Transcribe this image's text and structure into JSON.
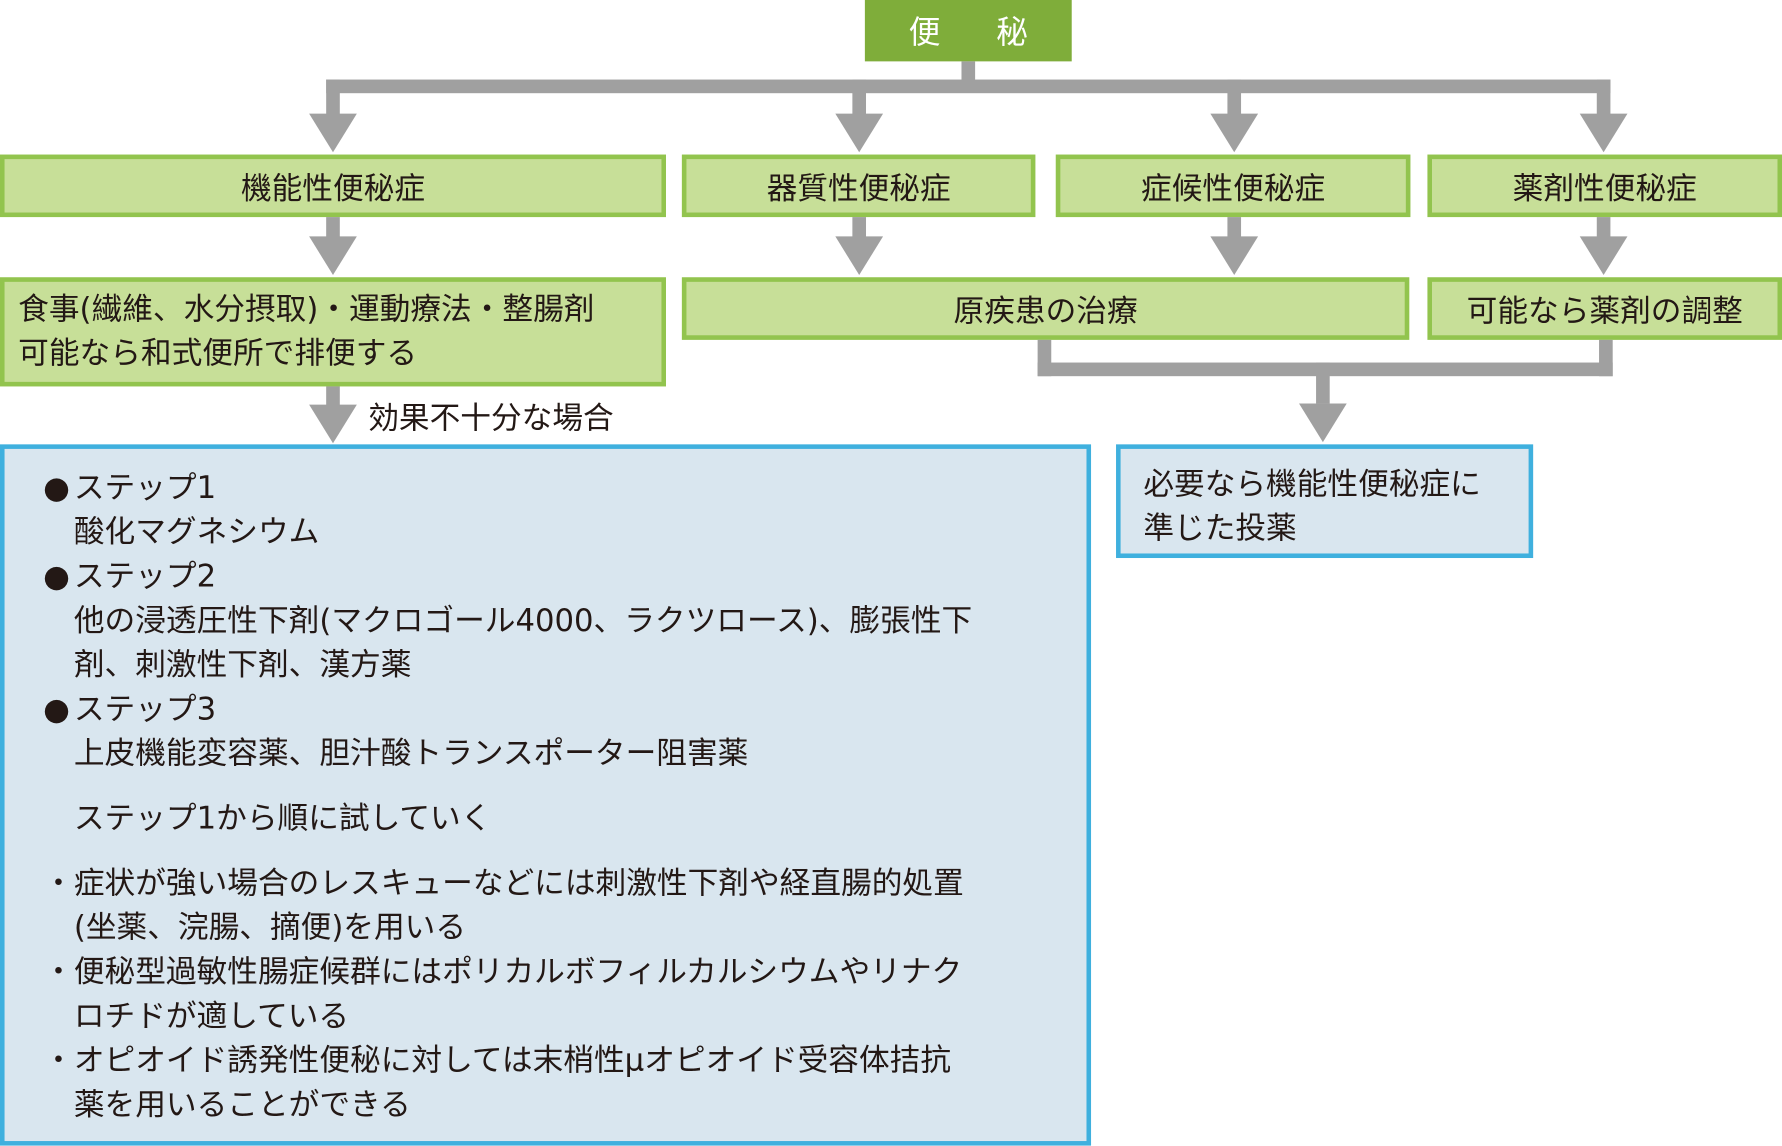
{
  "root": {
    "label": "便 秘"
  },
  "categories": [
    {
      "label": "機能性便秘症"
    },
    {
      "label": "器質性便秘症"
    },
    {
      "label": "症候性便秘症"
    },
    {
      "label": "薬剤性便秘症"
    }
  ],
  "treatments": {
    "functional": [
      "食事(繊維、水分摂取)・運動療法・整腸剤",
      "可能なら和式便所で排便する"
    ],
    "underlying": "原疾患の治療",
    "drug_adjust": "可能なら薬剤の調整"
  },
  "condition_label": "効果不十分な場合",
  "steps_box": {
    "steps": [
      {
        "bullet": "●",
        "title": "ステップ1",
        "lines": [
          "酸化マグネシウム"
        ]
      },
      {
        "bullet": "●",
        "title": "ステップ2",
        "lines": [
          "他の浸透圧性下剤(マクロゴール4000、ラクツロース)、膨張性下",
          "剤、刺激性下剤、漢方薬"
        ]
      },
      {
        "bullet": "●",
        "title": "ステップ3",
        "lines": [
          "上皮機能変容薬、胆汁酸トランスポーター阻害薬"
        ]
      }
    ],
    "order_note": "ステップ1から順に試していく",
    "notes": [
      {
        "bullet": "・",
        "lines": [
          "症状が強い場合のレスキューなどには刺激性下剤や経直腸的処置",
          "(坐薬、浣腸、摘便)を用いる"
        ]
      },
      {
        "bullet": "・",
        "lines": [
          "便秘型過敏性腸症候群にはポリカルボフィルカルシウムやリナク",
          "ロチドが適している"
        ]
      },
      {
        "bullet": "・",
        "lines": [
          "オピオイド誘発性便秘に対しては末梢性μオピオイド受容体拮抗",
          "薬を用いることができる"
        ]
      }
    ]
  },
  "secondary_box": {
    "lines": [
      "必要なら機能性便秘症に",
      "準じた投薬"
    ]
  },
  "colors": {
    "root": "#7fad3a",
    "box_fill": "#c7df98",
    "box_border": "#92c44e",
    "blue_fill": "#d9e6ef",
    "blue_border": "#3fb0de",
    "connector": "#a0a0a0"
  }
}
